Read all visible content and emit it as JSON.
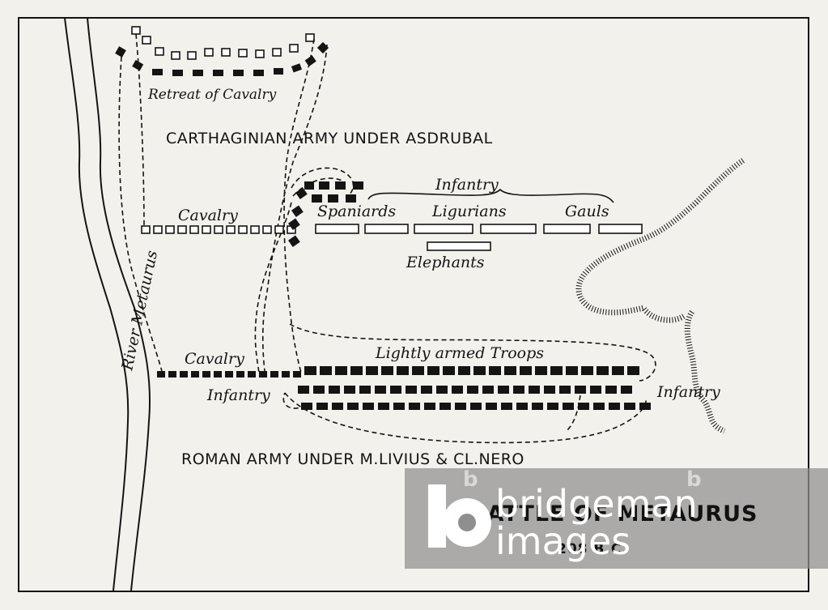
{
  "map": {
    "labels": {
      "retreat_cavalry": "Retreat of Cavalry",
      "carthaginian_army": "CARTHAGINIAN ARMY UNDER ASDRUBAL",
      "infantry_top": "Infantry",
      "cavalry_top": "Cavalry",
      "spaniards": "Spaniards",
      "ligurians": "Ligurians",
      "gauls": "Gauls",
      "elephants": "Elephants",
      "river": "River Metaurus",
      "cavalry_bottom": "Cavalry",
      "lightly_armed": "Lightly armed Troops",
      "infantry_left": "Infantry",
      "infantry_right": "Infantry",
      "roman_army": "ROMAN ARMY UNDER  M.LIVIUS & CL.NERO",
      "battle_title": "BATTLE OF METAURUS",
      "battle_date": "208 B.C."
    },
    "colors": {
      "ink": "#141414",
      "paper": "#f2f1ec",
      "watermark_gray": "#8f8f8f"
    }
  },
  "watermark": {
    "brand_line1": "bridgeman",
    "brand_line2": "images",
    "logo_letter": "b",
    "logo_icon": "bridgeman-logo-icon"
  }
}
